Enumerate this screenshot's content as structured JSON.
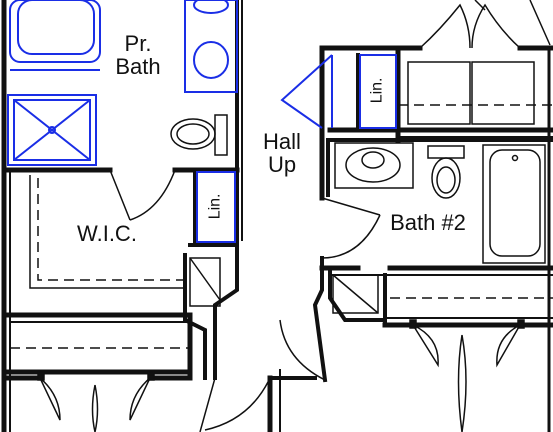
{
  "colors": {
    "wall": "#111111",
    "fixture": "#1a2ee6",
    "background": "#ffffff"
  },
  "labels": {
    "primary_bath_line1": "Pr.",
    "primary_bath_line2": "Bath",
    "hall_line1": "Hall",
    "hall_line2": "Up",
    "wic": "W.I.C.",
    "bath2": "Bath #2",
    "linen_left": "Lin.",
    "linen_right": "Lin."
  }
}
